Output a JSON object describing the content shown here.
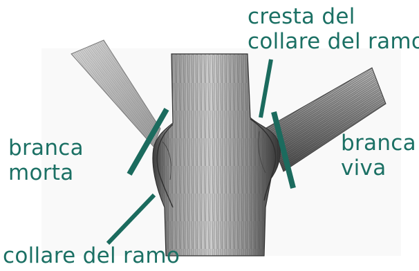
{
  "labels": {
    "crest": [
      "cresta del",
      "collare del ramo"
    ],
    "dead_branch": [
      "branca",
      "morta"
    ],
    "live_branch": [
      "branca",
      "viva"
    ],
    "collar": "collare del ramo"
  },
  "colors": {
    "label_text": "#1b7064",
    "pointer_line": "#1b6b5e",
    "bark_dark": "#2e2e2e",
    "bark_mid": "#8a8a8a",
    "bark_light": "#dcdcdc"
  }
}
